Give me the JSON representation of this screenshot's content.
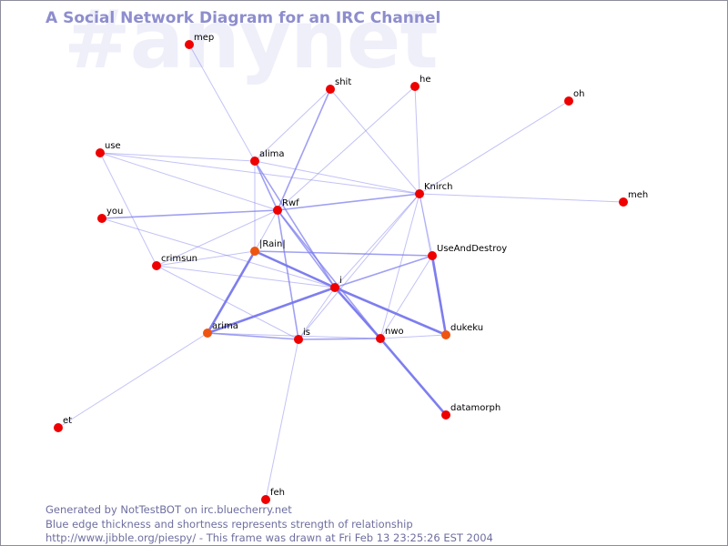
{
  "watermark": "#anynet",
  "title": "A Social Network Diagram for an IRC Channel",
  "colors": {
    "node_red": "#ee0000",
    "node_orange": "#ee5511",
    "edge": "#7777ee",
    "title": "#8d8dce",
    "footer": "#6e6ea0"
  },
  "nodes": [
    {
      "id": "mep",
      "label": "mep",
      "color": "node_red"
    },
    {
      "id": "shit",
      "label": "shit",
      "color": "node_red"
    },
    {
      "id": "he",
      "label": "he",
      "color": "node_red"
    },
    {
      "id": "oh",
      "label": "oh",
      "color": "node_red"
    },
    {
      "id": "use",
      "label": "use",
      "color": "node_red"
    },
    {
      "id": "alima",
      "label": "alima",
      "color": "node_red"
    },
    {
      "id": "Knirch",
      "label": "Knirch",
      "color": "node_red"
    },
    {
      "id": "meh",
      "label": "meh",
      "color": "node_red"
    },
    {
      "id": "Rwf",
      "label": "Rwf",
      "color": "node_red"
    },
    {
      "id": "you",
      "label": "you",
      "color": "node_red"
    },
    {
      "id": "Rain",
      "label": "|Rain|",
      "color": "node_orange"
    },
    {
      "id": "UseAndDestroy",
      "label": "UseAndDestroy",
      "color": "node_red"
    },
    {
      "id": "crimsun",
      "label": "crimsun",
      "color": "node_red"
    },
    {
      "id": "i",
      "label": "i",
      "color": "node_red"
    },
    {
      "id": "arima",
      "label": "arima",
      "color": "node_orange"
    },
    {
      "id": "is",
      "label": "is",
      "color": "node_red"
    },
    {
      "id": "nwo",
      "label": "nwo",
      "color": "node_red"
    },
    {
      "id": "dukeku",
      "label": "dukeku",
      "color": "node_orange"
    },
    {
      "id": "datamorph",
      "label": "datamorph",
      "color": "node_red"
    },
    {
      "id": "et",
      "label": "et",
      "color": "node_red"
    },
    {
      "id": "feh",
      "label": "feh",
      "color": "node_red"
    }
  ],
  "edges": [
    {
      "from": "mep",
      "to": "alima",
      "weight": 1
    },
    {
      "from": "shit",
      "to": "alima",
      "weight": 1
    },
    {
      "from": "shit",
      "to": "Rwf",
      "weight": 2
    },
    {
      "from": "shit",
      "to": "Knirch",
      "weight": 1
    },
    {
      "from": "he",
      "to": "Rwf",
      "weight": 1
    },
    {
      "from": "he",
      "to": "Knirch",
      "weight": 1
    },
    {
      "from": "oh",
      "to": "Knirch",
      "weight": 1
    },
    {
      "from": "use",
      "to": "alima",
      "weight": 1
    },
    {
      "from": "use",
      "to": "Knirch",
      "weight": 1
    },
    {
      "from": "use",
      "to": "crimsun",
      "weight": 1
    },
    {
      "from": "use",
      "to": "Rwf",
      "weight": 1
    },
    {
      "from": "alima",
      "to": "Knirch",
      "weight": 1
    },
    {
      "from": "alima",
      "to": "Rwf",
      "weight": 2
    },
    {
      "from": "alima",
      "to": "i",
      "weight": 2
    },
    {
      "from": "alima",
      "to": "Rain",
      "weight": 1
    },
    {
      "from": "Knirch",
      "to": "meh",
      "weight": 1
    },
    {
      "from": "Knirch",
      "to": "Rwf",
      "weight": 2
    },
    {
      "from": "Knirch",
      "to": "UseAndDestroy",
      "weight": 1
    },
    {
      "from": "Knirch",
      "to": "i",
      "weight": 1
    },
    {
      "from": "Knirch",
      "to": "nwo",
      "weight": 1
    },
    {
      "from": "Knirch",
      "to": "dukeku",
      "weight": 1
    },
    {
      "from": "Knirch",
      "to": "is",
      "weight": 1
    },
    {
      "from": "you",
      "to": "Rwf",
      "weight": 2
    },
    {
      "from": "you",
      "to": "i",
      "weight": 1
    },
    {
      "from": "Rwf",
      "to": "Rain",
      "weight": 1
    },
    {
      "from": "Rwf",
      "to": "crimsun",
      "weight": 1
    },
    {
      "from": "Rwf",
      "to": "i",
      "weight": 2
    },
    {
      "from": "Rwf",
      "to": "nwo",
      "weight": 2
    },
    {
      "from": "Rwf",
      "to": "is",
      "weight": 2
    },
    {
      "from": "Rain",
      "to": "UseAndDestroy",
      "weight": 2
    },
    {
      "from": "Rain",
      "to": "arima",
      "weight": 3
    },
    {
      "from": "Rain",
      "to": "i",
      "weight": 3
    },
    {
      "from": "Rain",
      "to": "crimsun",
      "weight": 1
    },
    {
      "from": "UseAndDestroy",
      "to": "i",
      "weight": 2
    },
    {
      "from": "UseAndDestroy",
      "to": "dukeku",
      "weight": 3
    },
    {
      "from": "UseAndDestroy",
      "to": "nwo",
      "weight": 1
    },
    {
      "from": "crimsun",
      "to": "i",
      "weight": 1
    },
    {
      "from": "crimsun",
      "to": "is",
      "weight": 1
    },
    {
      "from": "i",
      "to": "arima",
      "weight": 3
    },
    {
      "from": "i",
      "to": "nwo",
      "weight": 3
    },
    {
      "from": "i",
      "to": "dukeku",
      "weight": 3
    },
    {
      "from": "i",
      "to": "is",
      "weight": 1
    },
    {
      "from": "arima",
      "to": "is",
      "weight": 2
    },
    {
      "from": "arima",
      "to": "nwo",
      "weight": 1
    },
    {
      "from": "arima",
      "to": "et",
      "weight": 1
    },
    {
      "from": "is",
      "to": "nwo",
      "weight": 2
    },
    {
      "from": "is",
      "to": "feh",
      "weight": 1
    },
    {
      "from": "nwo",
      "to": "dukeku",
      "weight": 1
    },
    {
      "from": "nwo",
      "to": "datamorph",
      "weight": 3
    }
  ],
  "footer": {
    "line1": "Generated by NotTestBOT on irc.bluecherry.net",
    "line2": "Blue edge thickness and shortness represents strength of relationship",
    "line3": "http://www.jibble.org/piespy/ - This frame was drawn at Fri Feb 13 23:25:26 EST 2004"
  }
}
